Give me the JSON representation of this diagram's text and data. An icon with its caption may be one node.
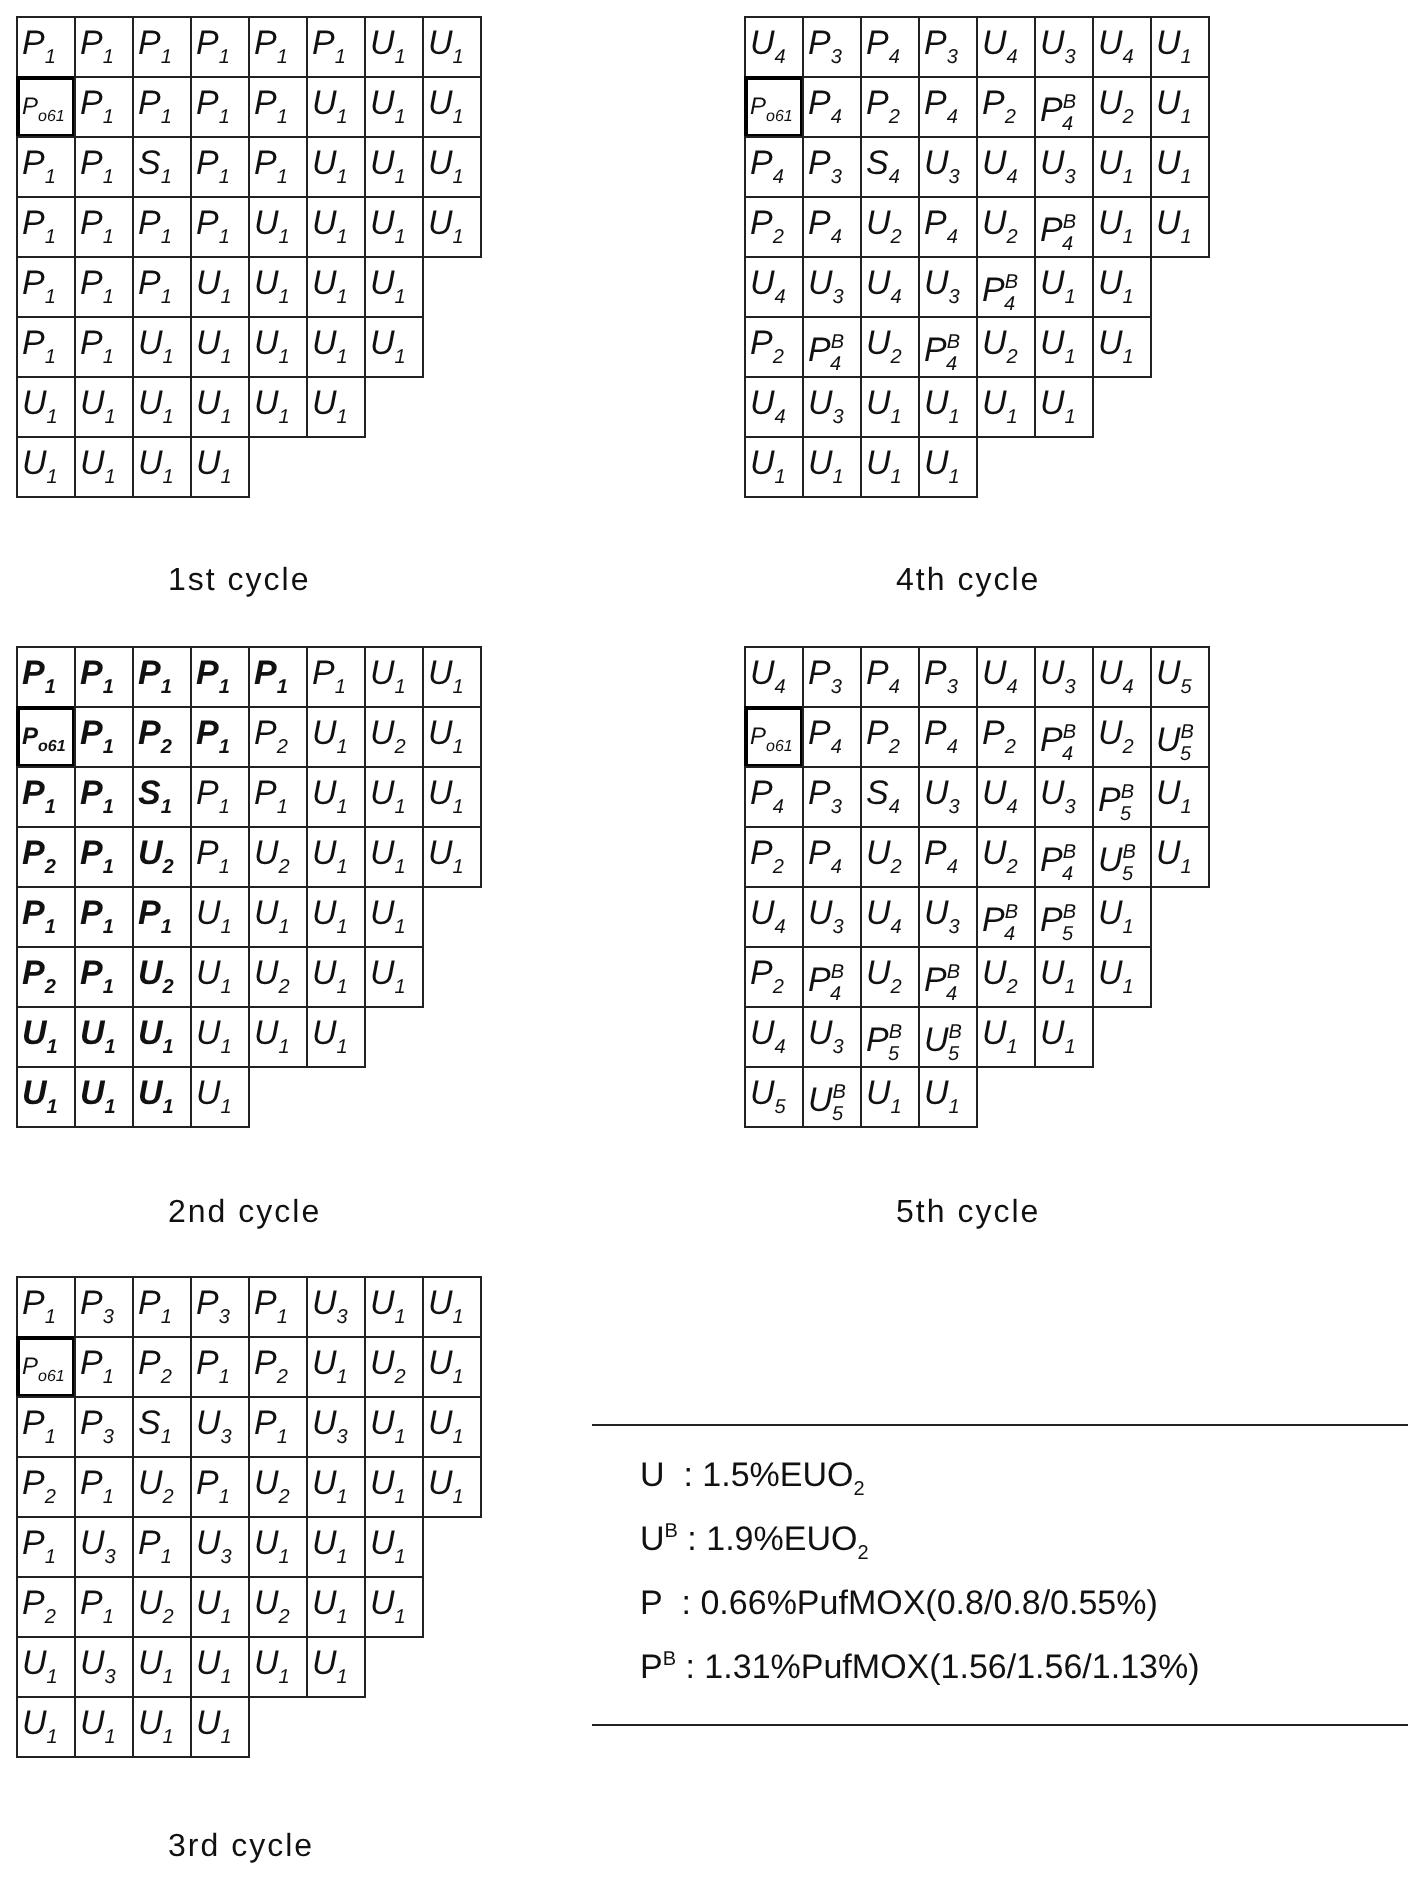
{
  "diagram": {
    "labels": [
      "P$_{1}$",
      "P$_{1}$",
      "P$_{1}$",
      "P$_{1}$",
      "P$_{1}$",
      "P$_{1}$",
      "U$_{1}$",
      "U$_{1}$",
      "P$_{o61}$",
      "P$_{1}$",
      "P$_{1}$",
      "P$_{1}$",
      "P$_{1}$",
      "U$_{1}$",
      "U$_{1}$",
      "U$_{1}$",
      "P$_{1}$",
      "P$_{1}$",
      "S$_{1}$",
      "P$_{1}$",
      "P$_{1}$",
      "U$_{1}$",
      "U$_{1}$",
      "U$_{1}$",
      "P$_{1}$",
      "P$_{1}$",
      "P$_{1}$",
      "P$_{1}$",
      "U$_{1}$",
      "U$_{1}$",
      "U$_{1}$",
      "U$_{1}$",
      "P$_{1}$",
      "P$_{1}$",
      "P$_{1}$",
      "U$_{1}$",
      "U$_{1}$",
      "U$_{1}$",
      "U$_{1}$",
      "P$_{1}$",
      "P$_{1}$",
      "U$_{1}$",
      "U$_{1}$",
      "U$_{1}$",
      "U$_{1}$",
      "U$_{1}$",
      "U$_{1}$",
      "U$_{1}$",
      "U$_{1}$",
      "U$_{1}$",
      "U$_{1}$",
      "U$_{1}$",
      "U$_{1}$",
      "U$_{1}$",
      "U$_{1}$",
      "U$_{1}$",
      "1st cycle",
      "U$_{4}$",
      "P$_{3}$",
      "P$_{4}$",
      "P$_{3}$",
      "U$_{4}$",
      "U$_{3}$",
      "U$_{4}$",
      "U$_{1}$",
      "P$_{o61}$",
      "P$_{4}$",
      "P$_{2}$",
      "P$_{4}$",
      "P$_{2}$",
      "P$^{B}$$_{4}$",
      "U$_{2}$",
      "U$_{1}$",
      "P$_{4}$",
      "P$_{3}$",
      "S$_{4}$",
      "U$_{3}$",
      "U$_{4}$",
      "U$_{3}$",
      "U$_{1}$",
      "U$_{1}$",
      "P$_{2}$",
      "P$_{4}$",
      "U$_{2}$",
      "P$_{4}$",
      "U$_{2}$",
      "P$^{B}$$_{4}$",
      "U$_{1}$",
      "U$_{1}$",
      "U$_{4}$",
      "U$_{3}$",
      "U$_{4}$",
      "U$_{3}$",
      "P$^{B}$$_{4}$",
      "U$_{1}$",
      "U$_{1}$",
      "P$_{2}$",
      "P$^{B}$$_{4}$",
      "U$_{2}$",
      "P$^{B}$$_{4}$",
      "U$_{2}$",
      "U$_{1}$",
      "U$_{1}$",
      "U$_{4}$",
      "U$_{3}$",
      "U$_{1}$",
      "U$_{1}$",
      "U$_{1}$",
      "U$_{1}$",
      "U$_{1}$",
      "U$_{1}$",
      "U$_{1}$",
      "U$_{1}$",
      "4th cycle",
      "P$_{1}$",
      "P$_{1}$",
      "P$_{1}$",
      "P$_{1}$",
      "P$_{1}$",
      "P$_{1}$",
      "U$_{1}$",
      "U$_{1}$",
      "P$_{o61}$",
      "P$_{1}$",
      "P$_{2}$",
      "P$_{1}$",
      "P$_{2}$",
      "U$_{1}$",
      "U$_{2}$",
      "U$_{1}$",
      "P$_{1}$",
      "P$_{1}$",
      "S$_{1}$",
      "P$_{1}$",
      "P$_{1}$",
      "U$_{1}$",
      "U$_{1}$",
      "U$_{1}$",
      "P$_{2}$",
      "P$_{1}$",
      "U$_{2}$",
      "P$_{1}$",
      "U$_{2}$",
      "U$_{1}$",
      "U$_{1}$",
      "U$_{1}$",
      "P$_{1}$",
      "P$_{1}$",
      "P$_{1}$",
      "U$_{1}$",
      "U$_{1}$",
      "U$_{1}$",
      "U$_{1}$",
      "P$_{2}$",
      "P$_{1}$",
      "U$_{2}$",
      "U$_{1}$",
      "U$_{2}$",
      "U$_{1}$",
      "U$_{1}$",
      "U$_{1}$",
      "U$_{1}$",
      "U$_{1}$",
      "U$_{1}$",
      "U$_{1}$",
      "U$_{1}$",
      "U$_{1}$",
      "U$_{1}$",
      "U$_{1}$",
      "U$_{1}$",
      "2nd cycle",
      "U$_{4}$",
      "P$_{3}$",
      "P$_{4}$",
      "P$_{3}$",
      "U$_{4}$",
      "U$_{3}$",
      "U$_{4}$",
      "U$_{5}$",
      "P$_{o61}$",
      "P$_{4}$",
      "P$_{2}$",
      "P$_{4}$",
      "P$_{2}$",
      "P$^{B}$$_{4}$",
      "U$_{2}$",
      "U$^{B}$$_{5}$",
      "P$_{4}$",
      "P$_{3}$",
      "S$_{4}$",
      "U$_{3}$",
      "U$_{4}$",
      "U$_{3}$",
      "P$^{B}$$_{5}$",
      "U$_{1}$",
      "P$_{2}$",
      "P$_{4}$",
      "U$_{2}$",
      "P$_{4}$",
      "U$_{2}$",
      "P$^{B}$$_{4}$",
      "U$^{B}$$_{5}$",
      "U$_{1}$",
      "U$_{4}$",
      "U$_{3}$",
      "U$_{4}$",
      "U$_{3}$",
      "P$^{B}$$_{4}$",
      "P$^{B}$$_{5}$",
      "U$_{1}$",
      "P$_{2}$",
      "P$^{B}$$_{4}$",
      "U$_{2}$",
      "P$^{B}$$_{4}$",
      "U$_{2}$",
      "U$_{1}$",
      "U$_{1}$",
      "U$_{4}$",
      "U$_{3}$",
      "P$^{B}$$_{5}$",
      "U$^{B}$$_{5}$",
      "U$_{1}$",
      "U$_{1}$",
      "U$_{5}$",
      "U$^{B}$$_{5}$",
      "U$_{1}$",
      "U$_{1}$",
      "5th cycle",
      "P$_{1}$",
      "P$_{3}$",
      "P$_{1}$",
      "P$_{3}$",
      "P$_{1}$",
      "U$_{3}$",
      "U$_{1}$",
      "U$_{1}$",
      "P$_{o61}$",
      "P$_{1}$",
      "P$_{2}$",
      "P$_{1}$",
      "P$_{2}$",
      "U$_{1}$",
      "U$_{2}$",
      "U$_{1}$",
      "P$_{1}$",
      "P$_{3}$",
      "S$_{1}$",
      "U$_{3}$",
      "P$_{1}$",
      "U$_{3}$",
      "U$_{1}$",
      "U$_{1}$",
      "P$_{2}$",
      "P$_{1}$",
      "U$_{2}$",
      "P$_{1}$",
      "U$_{2}$",
      "U$_{1}$",
      "U$_{1}$",
      "U$_{1}$",
      "P$_{1}$",
      "U$_{3}$",
      "P$_{1}$",
      "U$_{3}$",
      "U$_{1}$",
      "U$_{1}$",
      "U$_{1}$",
      "P$_{2}$",
      "P$_{1}$",
      "U$_{2}$",
      "U$_{1}$",
      "U$_{2}$",
      "U$_{1}$",
      "U$_{1}$",
      "U$_{1}$",
      "U$_{3}$",
      "U$_{1}$",
      "U$_{1}$",
      "U$_{1}$",
      "U$_{1}$",
      "U$_{1}$",
      "U$_{1}$",
      "U$_{1}$",
      "U$_{1}$",
      "3rd cycle",
      "U  : 1.5%EUO$_{2}$",
      "U$^{B}$ : 1.9%EUO$_{2}$",
      "P  : 0.66%PufMOX(0.8/0.8/0.55%)",
      "P$^{B}$ : 1.31%PufMOX(1.56/1.56/1.13%)"
    ]
  }
}
